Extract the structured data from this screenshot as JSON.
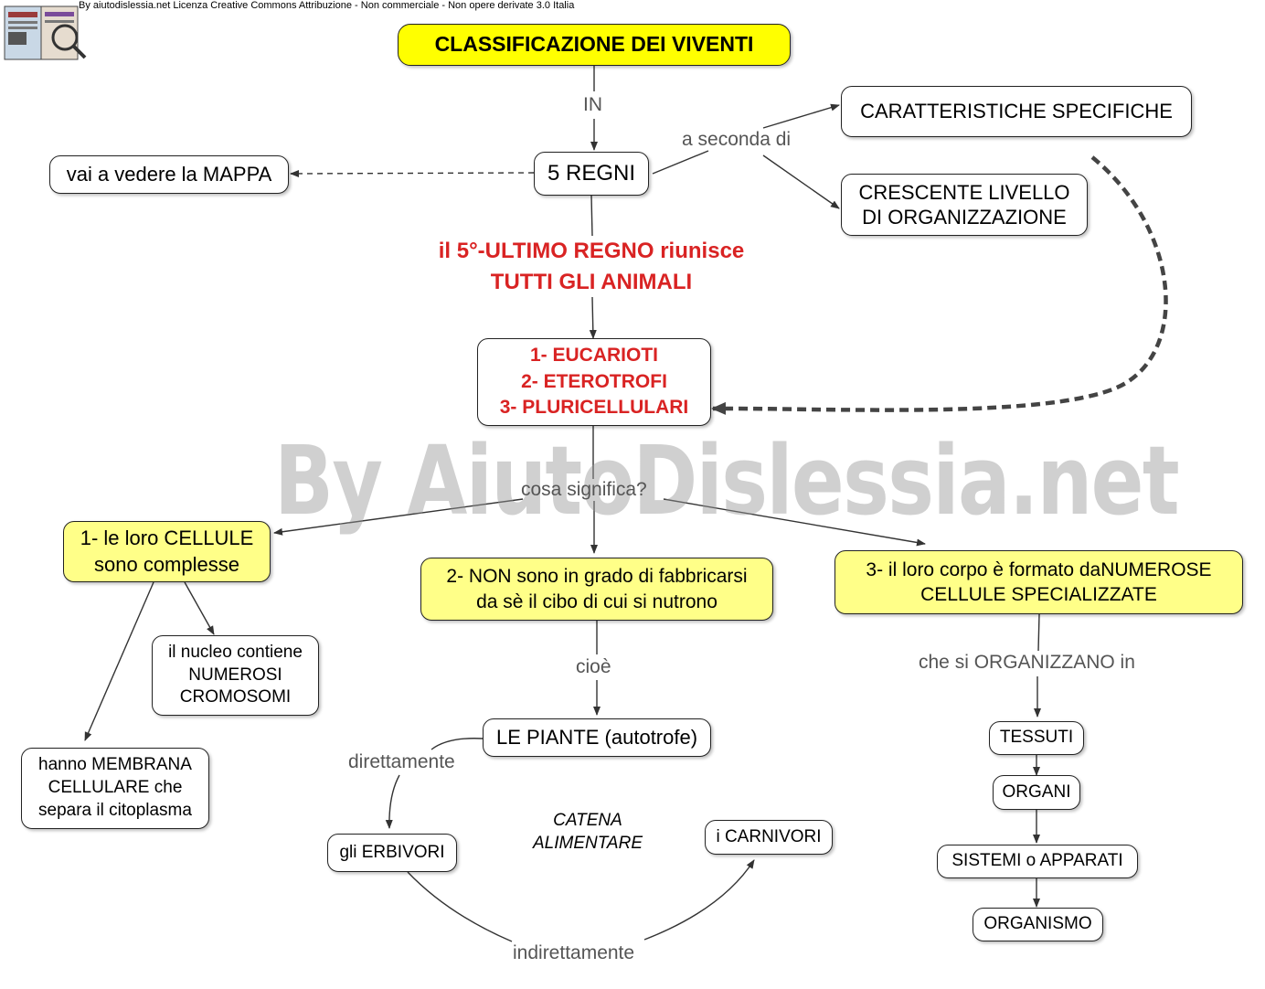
{
  "header": {
    "credit": "By aiutodislessia.net Licenza Creative Commons Attribuzione - Non commerciale - Non opere derivate 3.0 Italia",
    "watermark": "By AiutoDislessia.net"
  },
  "nodes": {
    "title": "CLASSIFICAZIONE DEI VIVENTI",
    "regni": "5 REGNI",
    "mappa": "vai a vedere la MAPPA",
    "caratteristiche": "CARATTERISTICHE SPECIFICHE",
    "crescente": "CRESCENTE LIVELLO\n DI ORGANIZZAZIONE",
    "eucarioti": "1- EUCARIOTI\n2- ETEROTROFI\n3- PLURICELLULARI",
    "cellule": "1- le loro CELLULE\nsono complesse",
    "fabbricarsi": "2- NON sono in grado di fabbricarsi\nda sè il cibo di cui si nutrono",
    "corpo": "3- il loro corpo è formato daNUMEROSE\nCELLULE SPECIALIZZATE",
    "nucleo": "il nucleo contiene\nNUMEROSI\nCROMOSOMI",
    "membrana": "hanno MEMBRANA\nCELLULARE che\nsepara il citoplasma",
    "piante": "LE PIANTE (autotrofe)",
    "erbivori": "gli ERBIVORI",
    "carnivori": "i CARNIVORI",
    "tessuti": "TESSUTI",
    "organi": "ORGANI",
    "sistemi": "SISTEMI o APPARATI",
    "organismo": "ORGANISMO"
  },
  "labels": {
    "in": "IN",
    "seconda": "a seconda di",
    "ultimo": "il 5°-ULTIMO REGNO riunisce\nTUTTI GLI ANIMALI",
    "significa": "cosa significa?",
    "cioe": "cioè",
    "direttamente": "direttamente",
    "indirettamente": "indirettamente",
    "catena": "CATENA\nALIMENTARE",
    "organizzano": "che si ORGANIZZANO in"
  },
  "colors": {
    "title_fill": "#ffff00",
    "concept_fill": "#ffff88",
    "red_text": "#d92323",
    "link_label": "#555555"
  }
}
